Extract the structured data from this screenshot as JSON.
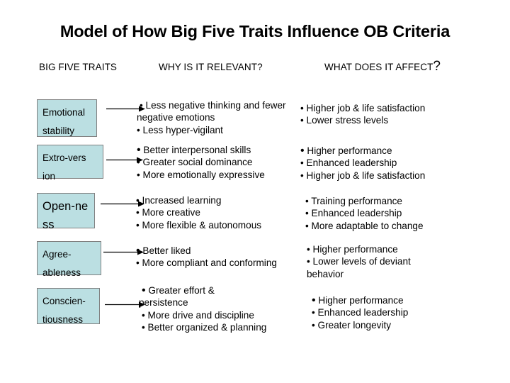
{
  "slide": {
    "title": "Model of How Big Five Traits Influence OB Criteria",
    "columns": {
      "traits": "BIG FIVE TRAITS",
      "relevant": "WHY IS IT RELEVANT?",
      "affect_main": "WHAT DOES IT AFFECT",
      "affect_mark": "?"
    },
    "colors": {
      "box_fill": "#bbdfe2",
      "box_border": "#808080",
      "text": "#000000",
      "background": "#ffffff"
    },
    "rows": [
      {
        "trait_line1": "Emotional",
        "trait_line2": "stability",
        "arrow": "right-arrow",
        "relevant": [
          "Less negative thinking and fewer negative emotions",
          "Less hyper-vigilant"
        ],
        "affect": [
          "Higher job & life satisfaction",
          "Lower stress levels"
        ]
      },
      {
        "trait_line1": "Extro-vers",
        "trait_line2": "ion",
        "arrow": "right-arrow",
        "relevant": [
          "Better interpersonal skills",
          "Greater social dominance",
          "More emotionally expressive"
        ],
        "affect": [
          "Higher performance",
          "Enhanced leadership",
          "Higher job & life satisfaction"
        ]
      },
      {
        "trait_line1": "Open-ne",
        "trait_line2": "ss",
        "arrow": "right-arrow",
        "relevant": [
          "Increased learning",
          "More creative",
          "More flexible & autonomous"
        ],
        "affect": [
          "Training performance",
          "Enhanced leadership",
          "More adaptable to change"
        ]
      },
      {
        "trait_line1": "Agree-",
        "trait_line2": "ableness",
        "arrow": "right-arrow",
        "relevant": [
          "Better liked",
          "More compliant and conforming"
        ],
        "affect": [
          "Higher performance",
          "Lower levels of deviant behavior"
        ]
      },
      {
        "trait_line1": "Conscien-",
        "trait_line2": "tiousness",
        "arrow": "right-arrow",
        "relevant": [
          "Greater effort & persistence",
          "More drive and discipline",
          "Better organized & planning"
        ],
        "affect": [
          "Higher performance",
          "Enhanced leadership",
          "Greater longevity"
        ]
      }
    ]
  }
}
